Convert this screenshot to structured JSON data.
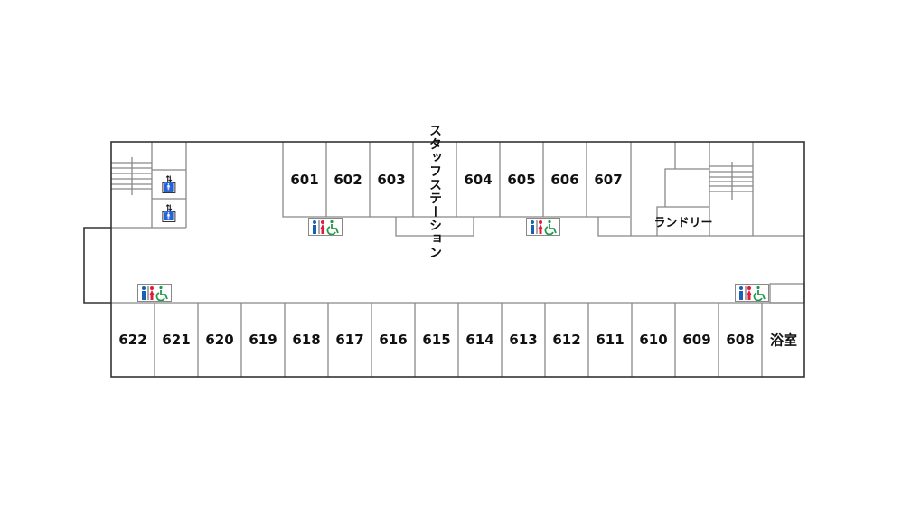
{
  "top_rooms": [
    {
      "label": "601"
    },
    {
      "label": "602"
    },
    {
      "label": "603"
    },
    {
      "label": "604"
    },
    {
      "label": "605"
    },
    {
      "label": "606"
    },
    {
      "label": "607"
    }
  ],
  "staff_station": {
    "line1": "スタッフ",
    "line2": "ステーション"
  },
  "laundry": "ランドリー",
  "bottom_rooms": [
    "622",
    "621",
    "620",
    "619",
    "618",
    "617",
    "616",
    "615",
    "614",
    "613",
    "612",
    "611",
    "610",
    "609",
    "608",
    "浴室"
  ],
  "icons": {
    "restroom": "restroom-icon",
    "elevator": "elevator-icon",
    "stairs": "stairs-icon"
  },
  "colors": {
    "male": "#1a5fb4",
    "female": "#e01b3c",
    "accessible": "#1f9a4a",
    "wall": "#777777",
    "outer": "#333333"
  }
}
